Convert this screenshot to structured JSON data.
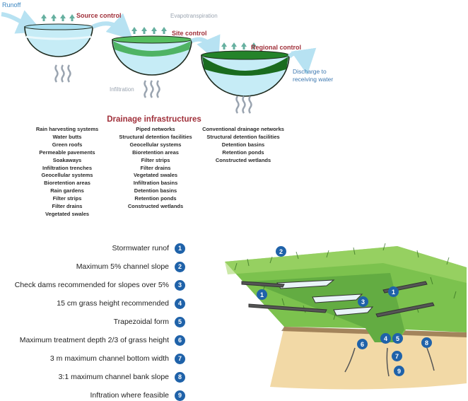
{
  "top": {
    "runoff": "Runoff",
    "source_control": "Source control",
    "evapotranspiration": "Evapotranspiration",
    "site_control": "Site control",
    "regional_control": "Regional control",
    "infiltration": "Infiltration",
    "discharge_line1": "Discharge to",
    "discharge_line2": "receiving water",
    "heading": "Drainage infrastructures",
    "columns": [
      [
        "Rain harvesting systems",
        "Water butts",
        "Green roofs",
        "Permeable pavements",
        "Soakaways",
        "Infiltration trenches",
        "Geocellular systems",
        "Bioretention areas",
        "Rain gardens",
        "Filter strips",
        "Filter drains",
        "Vegetated swales"
      ],
      [
        "Piped networks",
        "Structural detention facilities",
        "Geocellular systems",
        "Bioretention areas",
        "Filter strips",
        "Filter drains",
        "Vegetated swales",
        "Infiltration basins",
        "Detention basins",
        "Retention ponds",
        "Constructed wetlands"
      ],
      [
        "Conventional drainage networks",
        "Structural detention facilities",
        "Detention basins",
        "Retention ponds",
        "Constructed wetlands"
      ]
    ]
  },
  "legend": [
    {
      "num": "1",
      "label": "Stormwater runof"
    },
    {
      "num": "2",
      "label": "Maximum 5% channel slope"
    },
    {
      "num": "3",
      "label": "Check dams recommended for slopes over 5%"
    },
    {
      "num": "4",
      "label": "15 cm grass height recommended"
    },
    {
      "num": "5",
      "label": "Trapezoidal form"
    },
    {
      "num": "6",
      "label": "Maximum treatment depth 2/3 of grass height"
    },
    {
      "num": "7",
      "label": "3 m maximum channel bottom width"
    },
    {
      "num": "8",
      "label": "3:1 maximum channel bank slope"
    },
    {
      "num": "9",
      "label": "Inftration where feasible"
    }
  ],
  "swale_markers": [
    "2",
    "1",
    "1",
    "3",
    "4",
    "5",
    "6",
    "7",
    "8",
    "9"
  ],
  "colors": {
    "accent_red": "#a0303a",
    "badge_blue": "#1f62a9",
    "water": "#bfe8f4",
    "vegetation": "#3c8f34",
    "soil": "#f2d9a6"
  }
}
